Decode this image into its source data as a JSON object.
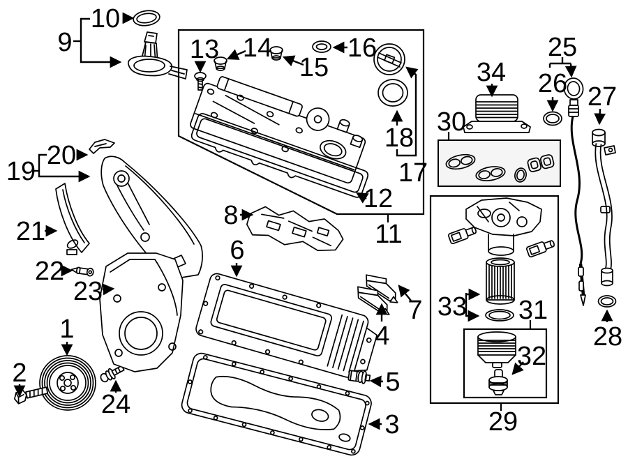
{
  "diagram": {
    "background_color": "#ffffff",
    "line_color": "#000000",
    "box_fill_color": "#f5f5f5",
    "labels": [
      "1",
      "2",
      "3",
      "4",
      "5",
      "6",
      "7",
      "8",
      "9",
      "10",
      "11",
      "12",
      "13",
      "14",
      "15",
      "16",
      "17",
      "18",
      "19",
      "20",
      "21",
      "22",
      "23",
      "24",
      "25",
      "26",
      "27",
      "28",
      "29",
      "30",
      "31",
      "32",
      "33",
      "34"
    ]
  }
}
